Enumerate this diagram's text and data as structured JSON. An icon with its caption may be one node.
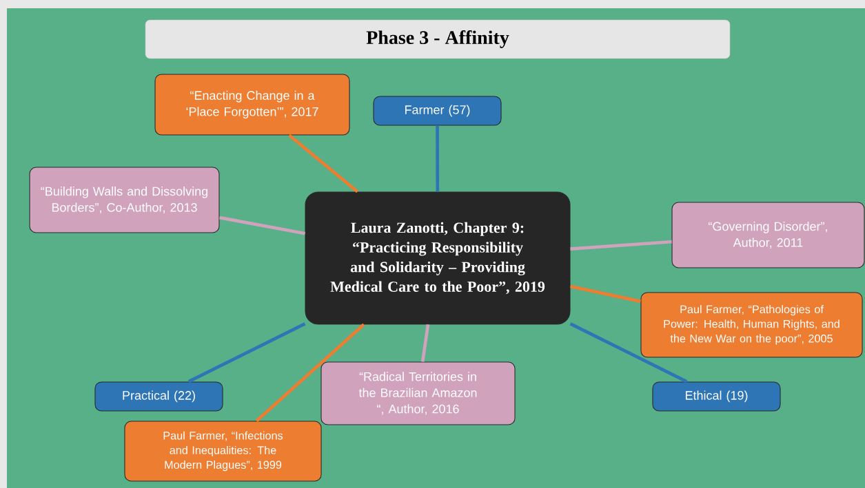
{
  "diagram": {
    "title": "Phase 3 - Affinity",
    "nodes": [
      {
        "text": [
          "Laura Zanotti, Chapter 9: “Practicing Responsibility and Solidarity – Providing Medical Care to the Poor”, 2019"
        ]
      },
      {
        "text": [
          "“Enacting Change in a ‘Place Forgotten’”, 2017"
        ]
      },
      {
        "text": [
          "Farmer (57)"
        ]
      },
      {
        "text": [
          "“Building Walls and Dissolving Borders”, Co-Author, 2013"
        ]
      },
      {
        "text": [
          "“Governing Disorder”, Author, 2011"
        ]
      },
      {
        "text": [
          "Paul Farmer, “Pathologies of Power: Health, Human Rights, and the New War on the poor”, 2005"
        ]
      },
      {
        "text": [
          "Practical (22)"
        ]
      },
      {
        "text": [
          "“Radical Territories in the Brazilian Amazon “, Author, 2016"
        ]
      },
      {
        "text": [
          "Ethical (19)"
        ]
      },
      {
        "text": [
          "Paul Farmer, “Infections and Inequalities: The Modern Plagues”, 1999"
        ]
      }
    ],
    "edges": [
      {
        "from": 0,
        "to": 1,
        "arrow": "none",
        "color": "#ed7d31"
      },
      {
        "from": 0,
        "to": 2,
        "arrow": "none",
        "color": "#2e75b6"
      },
      {
        "from": 0,
        "to": 3,
        "arrow": "none",
        "color": "#d0a2bc"
      },
      {
        "from": 0,
        "to": 4,
        "arrow": "none",
        "color": "#d0a2bc"
      },
      {
        "from": 0,
        "to": 5,
        "arrow": "none",
        "color": "#ed7d31"
      },
      {
        "from": 0,
        "to": 6,
        "arrow": "none",
        "color": "#2e75b6"
      },
      {
        "from": 0,
        "to": 7,
        "arrow": "none",
        "color": "#d0a2bc"
      },
      {
        "from": 0,
        "to": 8,
        "arrow": "none",
        "color": "#2e75b6"
      },
      {
        "from": 0,
        "to": 9,
        "arrow": "none",
        "color": "#ed7d31"
      }
    ]
  }
}
